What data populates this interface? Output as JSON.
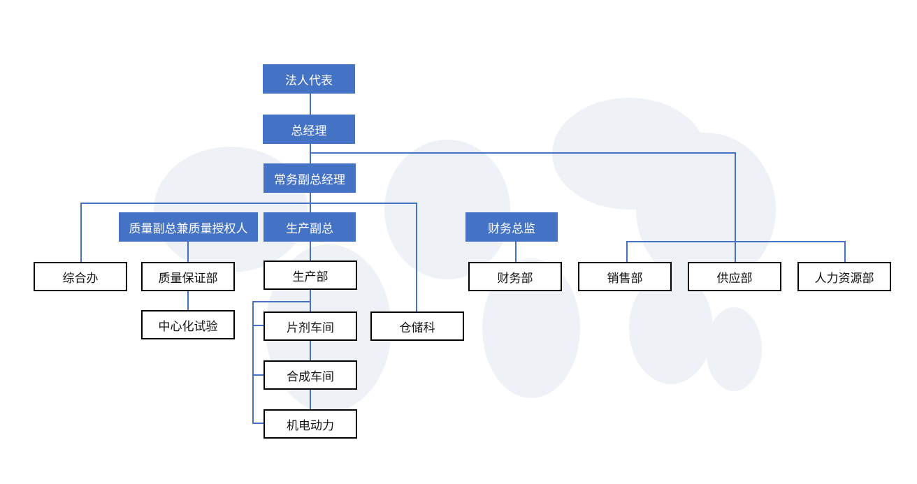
{
  "colors": {
    "accent": "#4472c4",
    "border": "#000000",
    "map": "#eef2f7"
  },
  "nodes": {
    "legal_rep": "法人代表",
    "gm": "总经理",
    "exec_vgm": "常务副总经理",
    "quality_vp": "质量副总兼质量授权人",
    "production_vp": "生产副总",
    "cfo": "财务总监",
    "general_office": "综合办",
    "qa_dept": "质量保证部",
    "production_dept": "生产部",
    "central_lab": "中心化试验",
    "tablet_workshop": "片剂车间",
    "storage": "仓储科",
    "synthesis_workshop": "合成车间",
    "electromech": "机电动力",
    "finance_dept": "财务部",
    "sales_dept": "销售部",
    "supply_dept": "供应部",
    "hr_dept": "人力资源部"
  }
}
